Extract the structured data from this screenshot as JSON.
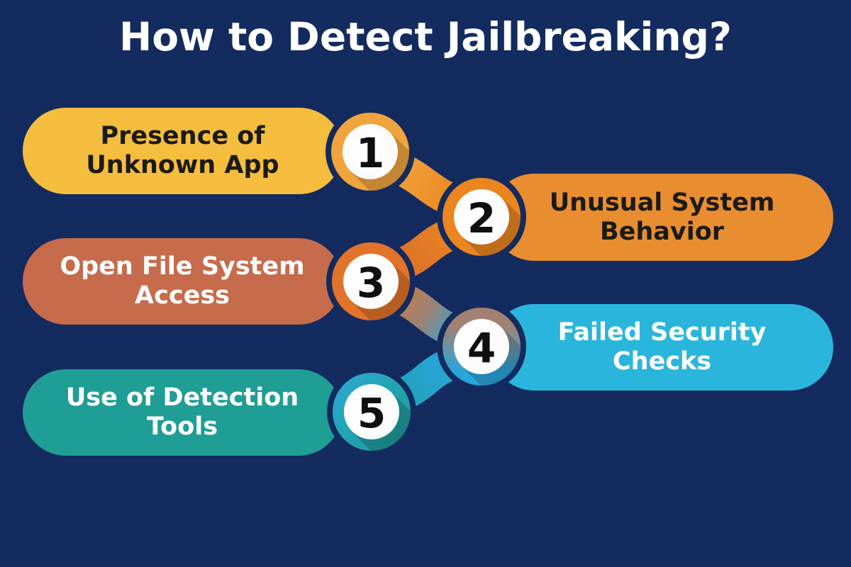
{
  "title": "How to Detect Jailbreaking?",
  "colors": {
    "background": "#132B5E",
    "title_text": "#FFFFFF",
    "badge_ball": "#FFFFFF",
    "badge_number": "#0F0F10"
  },
  "items": [
    {
      "number": "1",
      "line1": "Presence of",
      "line2": "Unknown App",
      "pill_color": "#F5BD3E",
      "text_color": "#1B1A18",
      "ring_color": "#F0A43E",
      "side": "left"
    },
    {
      "number": "2",
      "line1": "Unusual System",
      "line2": "Behavior",
      "pill_color": "#E98E30",
      "text_color": "#1B1A18",
      "ring_color": "#EB851F",
      "side": "right"
    },
    {
      "number": "3",
      "line1": "Open File System",
      "line2": "Access",
      "pill_color": "#C66B4B",
      "text_color": "#FFFFFF",
      "ring_color": "#E2732A",
      "side": "left"
    },
    {
      "number": "4",
      "line1": "Failed Security",
      "line2": "Checks",
      "pill_color": "#2AB6DC",
      "text_color": "#FFFFFF",
      "ring_color_top": "#A38172",
      "ring_color_bottom": "#2BA5DC",
      "side": "right"
    },
    {
      "number": "5",
      "line1": "Use of Detection",
      "line2": "Tools",
      "pill_color": "#1F9E95",
      "text_color": "#FFFFFF",
      "ring_color_top": "#29A8CC",
      "ring_color_bottom": "#1D9C98",
      "side": "left"
    }
  ]
}
